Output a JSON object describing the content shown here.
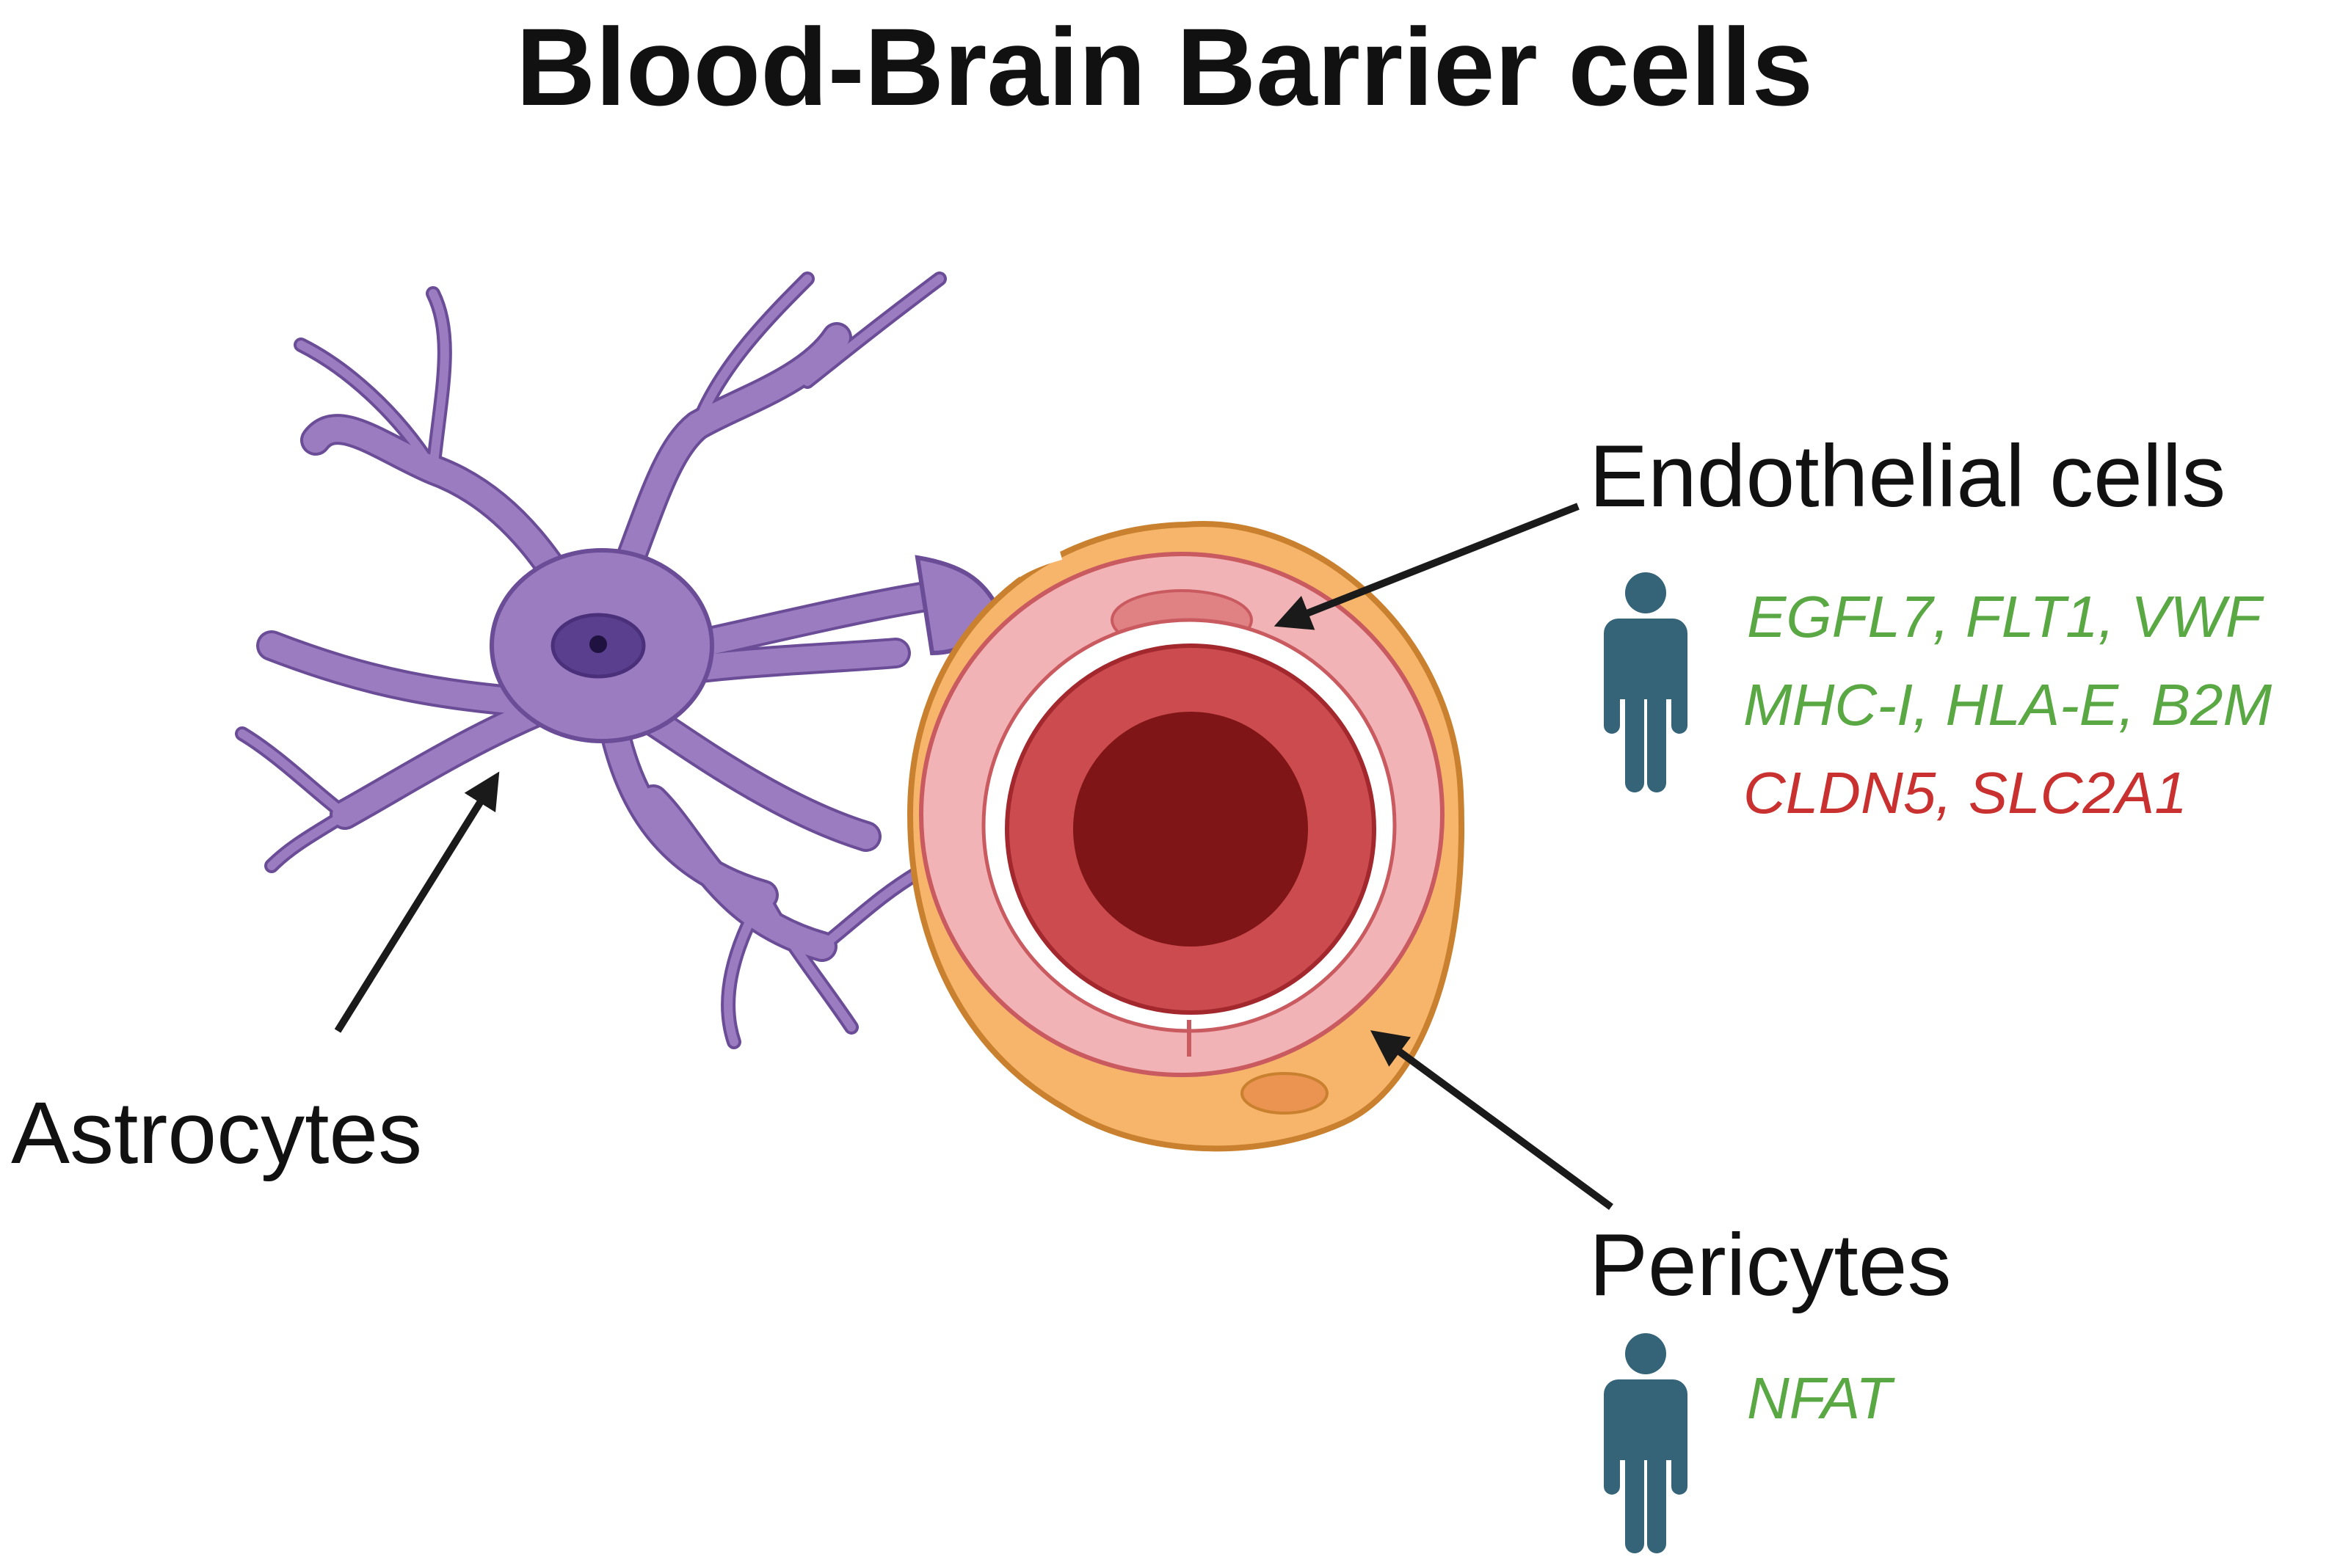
{
  "title": "Blood-Brain Barrier cells",
  "labels": {
    "astrocytes": "Astrocytes",
    "endothelial": "Endothelial cells",
    "pericytes": "Pericytes"
  },
  "endothelial_genes": [
    {
      "text": "EGFL7, FLT1, VWF",
      "color": "#5aa843"
    },
    {
      "text": "MHC-I, HLA-E, B2M",
      "color": "#5aa843"
    },
    {
      "text": "CLDN5, SLC2A1",
      "color": "#c8312f"
    }
  ],
  "pericyte_genes": [
    {
      "text": "NFAT",
      "color": "#5aa843"
    }
  ],
  "icons": {
    "astrocyte": "astrocyte-cell-icon",
    "vessel": "blood-vessel-cross-section-icon",
    "human": "person-icon"
  },
  "colors": {
    "astrocyte": "#9b7cc0",
    "pericyte": "#f7b56c",
    "endothelium": "#f1b3b5",
    "vessel_wall": "#cc4b4f",
    "lumen": "#7f1516",
    "person": "#356377",
    "arrow": "#1a1a1a"
  }
}
